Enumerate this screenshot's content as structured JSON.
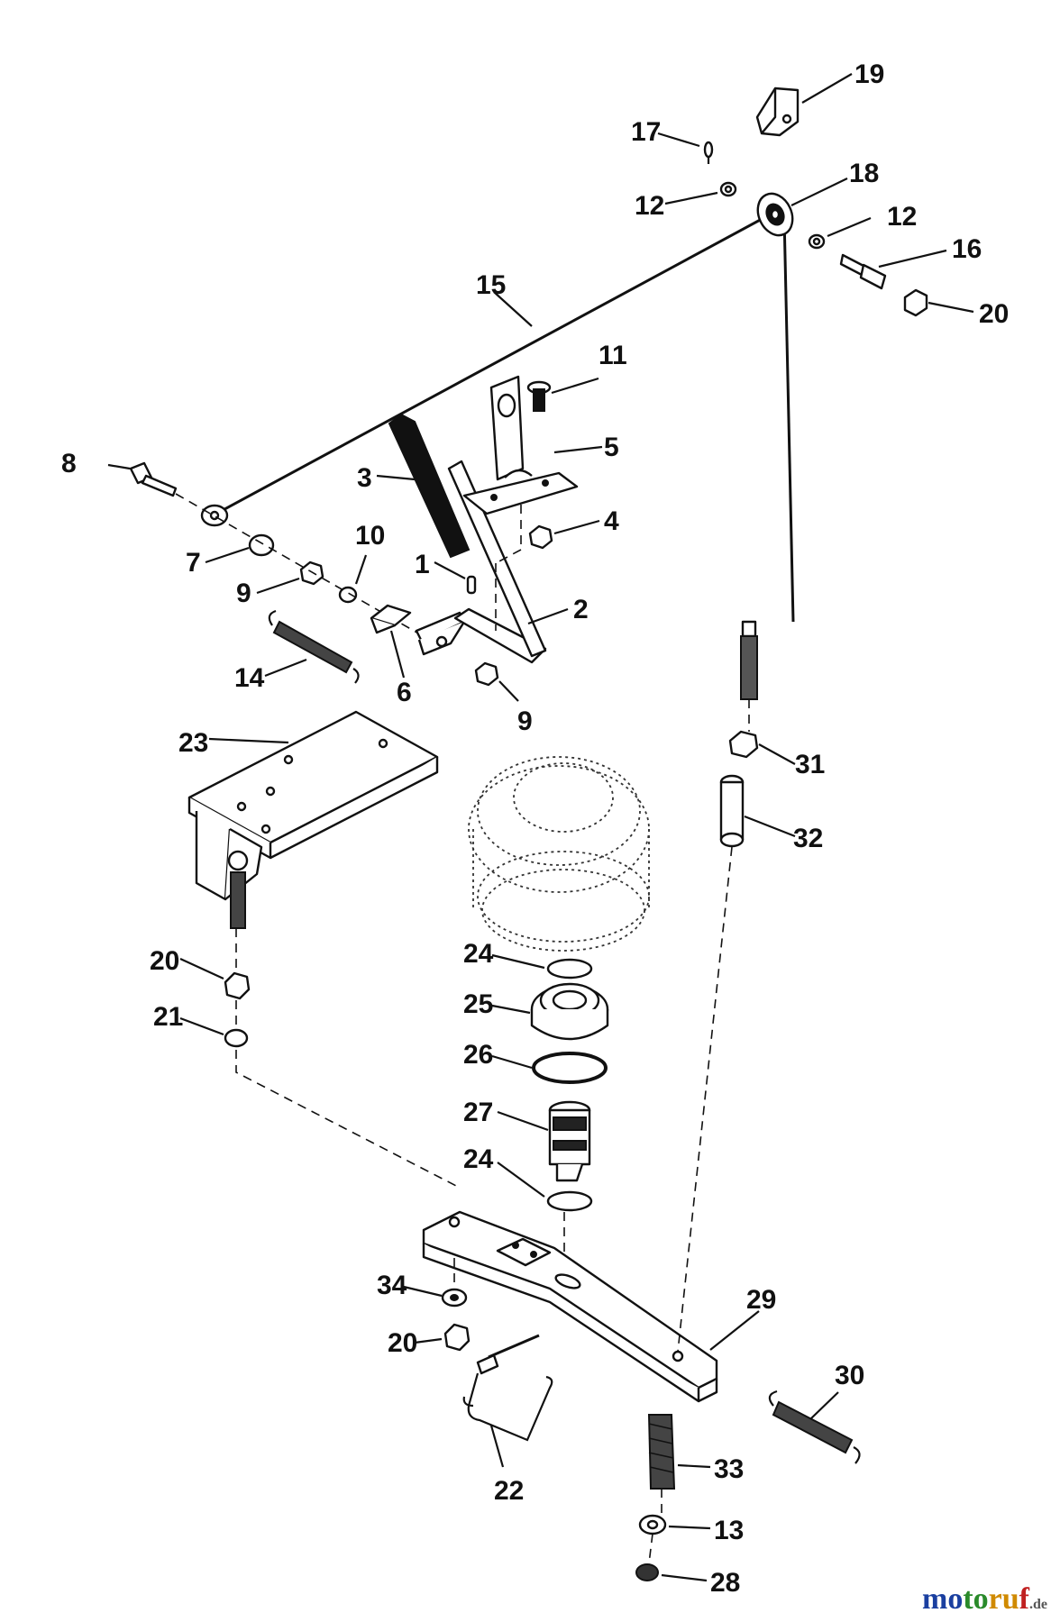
{
  "callouts": [
    {
      "id": "1",
      "text": "1"
    },
    {
      "id": "2",
      "text": "2"
    },
    {
      "id": "3",
      "text": "3"
    },
    {
      "id": "4",
      "text": "4"
    },
    {
      "id": "5",
      "text": "5"
    },
    {
      "id": "6",
      "text": "6"
    },
    {
      "id": "7",
      "text": "7"
    },
    {
      "id": "8",
      "text": "8"
    },
    {
      "id": "9a",
      "text": "9"
    },
    {
      "id": "9b",
      "text": "9"
    },
    {
      "id": "10",
      "text": "10"
    },
    {
      "id": "11",
      "text": "11"
    },
    {
      "id": "12a",
      "text": "12"
    },
    {
      "id": "12b",
      "text": "12"
    },
    {
      "id": "13",
      "text": "13"
    },
    {
      "id": "14",
      "text": "14"
    },
    {
      "id": "15",
      "text": "15"
    },
    {
      "id": "16",
      "text": "16"
    },
    {
      "id": "17",
      "text": "17"
    },
    {
      "id": "18",
      "text": "18"
    },
    {
      "id": "19",
      "text": "19"
    },
    {
      "id": "20a",
      "text": "20"
    },
    {
      "id": "20b",
      "text": "20"
    },
    {
      "id": "20c",
      "text": "20"
    },
    {
      "id": "21",
      "text": "21"
    },
    {
      "id": "22",
      "text": "22"
    },
    {
      "id": "23",
      "text": "23"
    },
    {
      "id": "24a",
      "text": "24"
    },
    {
      "id": "24b",
      "text": "24"
    },
    {
      "id": "25",
      "text": "25"
    },
    {
      "id": "26",
      "text": "26"
    },
    {
      "id": "27",
      "text": "27"
    },
    {
      "id": "28",
      "text": "28"
    },
    {
      "id": "29",
      "text": "29"
    },
    {
      "id": "30",
      "text": "30"
    },
    {
      "id": "31",
      "text": "31"
    },
    {
      "id": "32",
      "text": "32"
    },
    {
      "id": "33",
      "text": "33"
    },
    {
      "id": "34",
      "text": "34"
    }
  ],
  "watermark": {
    "m1": "mo",
    "m2": "to",
    "m3": "ru",
    "m4": "f",
    "suffix": ".de"
  }
}
